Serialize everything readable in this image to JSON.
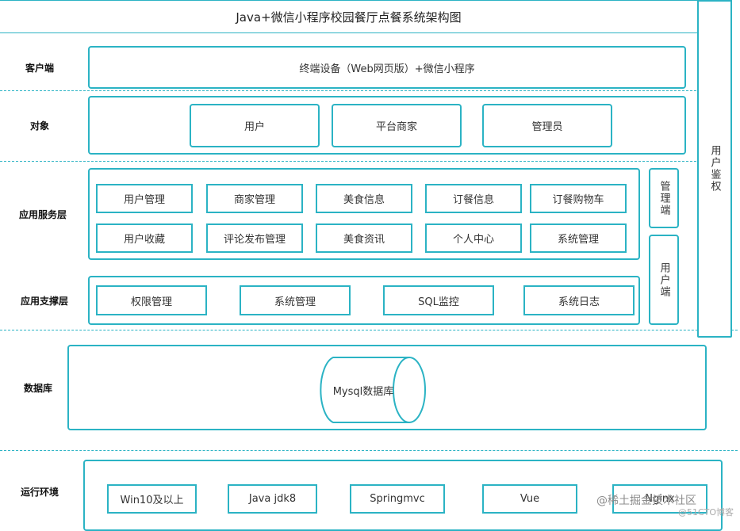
{
  "title": "Java+微信小程序校园餐厅点餐系统架构图",
  "rows": {
    "client": {
      "label": "客户端",
      "content": "终端设备（Web网页版）+微信小程序"
    },
    "object": {
      "label": "对象",
      "items": [
        "用户",
        "平台商家",
        "管理员"
      ]
    },
    "service": {
      "label": "应用服务层",
      "items": [
        "用户管理",
        "商家管理",
        "美食信息",
        "订餐信息",
        "订餐购物车",
        "用户收藏",
        "评论发布管理",
        "美食资讯",
        "个人中心",
        "系统管理"
      ]
    },
    "support": {
      "label": "应用支撑层",
      "items": [
        "权限管理",
        "系统管理",
        "SQL监控",
        "系统日志"
      ]
    },
    "database": {
      "label": "数据库",
      "item": "Mysql数据库"
    },
    "env": {
      "label": "运行环境",
      "items": [
        "Win10及以上",
        "Java jdk8",
        "Springmvc",
        "Vue",
        "Nginx"
      ]
    }
  },
  "side": {
    "admin": "管理端",
    "user": "用户端",
    "auth": "用户鉴权"
  },
  "watermark": {
    "line1": "@稀土掘金技术社区",
    "line2": "@51CTO博客"
  },
  "colors": {
    "accent": "#2bb3c4"
  }
}
